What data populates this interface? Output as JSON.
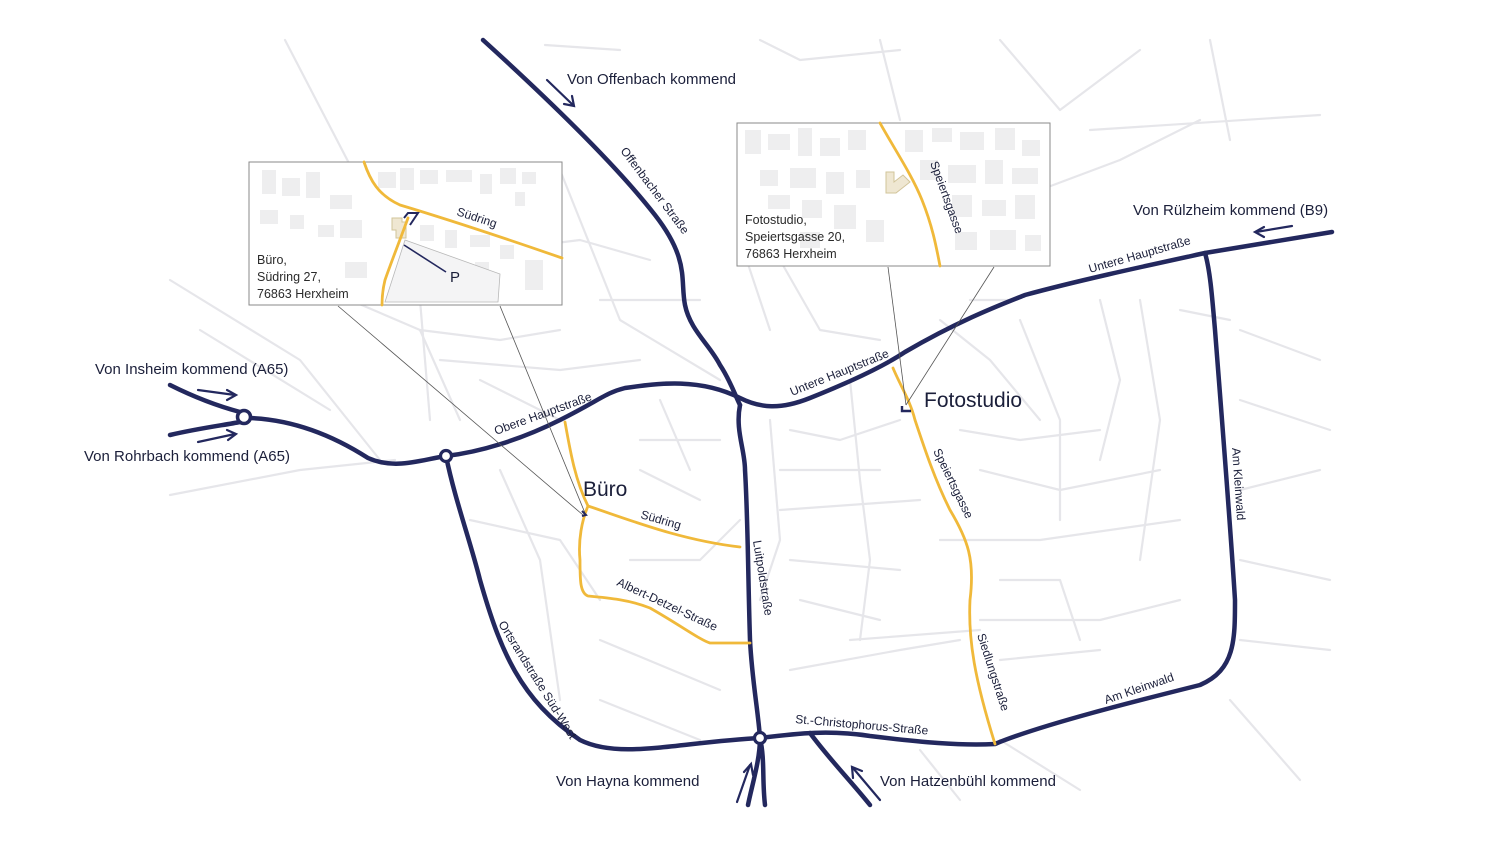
{
  "colors": {
    "main_road": "#23285e",
    "local_road": "#f0b93a",
    "background_road": "#e6e6ea",
    "text": "#1b1f3a"
  },
  "locations": {
    "buero": "Büro",
    "fotostudio": "Fotostudio"
  },
  "origins": {
    "offenbach": "Von Offenbach kommend",
    "ruelzheim": "Von Rülzheim kommend (B9)",
    "insheim": "Von Insheim kommend (A65)",
    "rohrbach": "Von Rohrbach kommend (A65)",
    "hayna": "Von Hayna kommend",
    "hatzenbuehl": "Von Hatzenbühl kommend"
  },
  "streets": {
    "offenbacher": "Offenbacher Straße",
    "untere_east": "Untere Hauptstraße",
    "untere_center": "Untere Hauptstraße",
    "obere": "Obere Hauptstraße",
    "suedring": "Südring",
    "albert_detzel": "Albert-Detzel-Straße",
    "luitpold": "Luitpoldstraße",
    "speiertsgasse": "Speiertsgasse",
    "siedlung": "Siedlungstraße",
    "am_kleinwald_east": "Am Kleinwald",
    "am_kleinwald_south": "Am Kleinwald",
    "st_christophorus": "St.-Christophorus-Straße",
    "ortsrand": "Ortsrandstraße Süd-West"
  },
  "inset_buero": {
    "street": "Südring",
    "address_line1": "Büro,",
    "address_line2": "Südring 27,",
    "address_line3": "76863 Herxheim",
    "parking": "P"
  },
  "inset_fotostudio": {
    "street": "Speiertsgasse",
    "address_line1": "Fotostudio,",
    "address_line2": "Speiertsgasse 20,",
    "address_line3": "76863 Herxheim"
  }
}
